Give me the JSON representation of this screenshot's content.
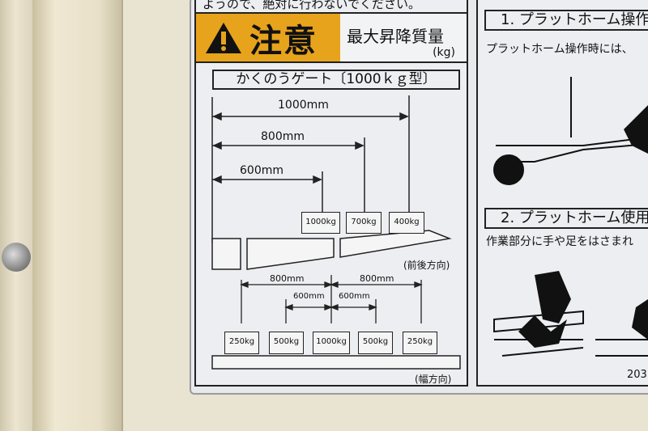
{
  "label": {
    "top_text": "ようので、絶対に行わないでください。",
    "caution": {
      "icon": "warning-triangle-icon",
      "word": "注意",
      "color": "#e8a31c"
    },
    "max_label": {
      "title": "最大昇降質量",
      "unit": "(kg)"
    },
    "gate_title": "かくのうゲート〔1000ｋｇ型〕",
    "front_back": {
      "distances": [
        "1000mm",
        "800mm",
        "600mm"
      ],
      "weights": [
        "1000kg",
        "700kg",
        "400kg"
      ],
      "direction": "(前後方向)"
    },
    "width": {
      "outer_distances": [
        "800mm",
        "800mm"
      ],
      "inner_distances": [
        "600mm",
        "600mm"
      ],
      "weights": [
        "250kg",
        "500kg",
        "1000kg",
        "500kg",
        "250kg"
      ],
      "direction": "(幅方向)"
    },
    "right": {
      "section1_heading": "1. プラットホーム操作",
      "section1_text": "プラットホーム操作時には、",
      "section2_heading": "2. プラットホーム使用",
      "section2_text": "作業部分に手や足をはさまれ",
      "code": "203"
    }
  }
}
